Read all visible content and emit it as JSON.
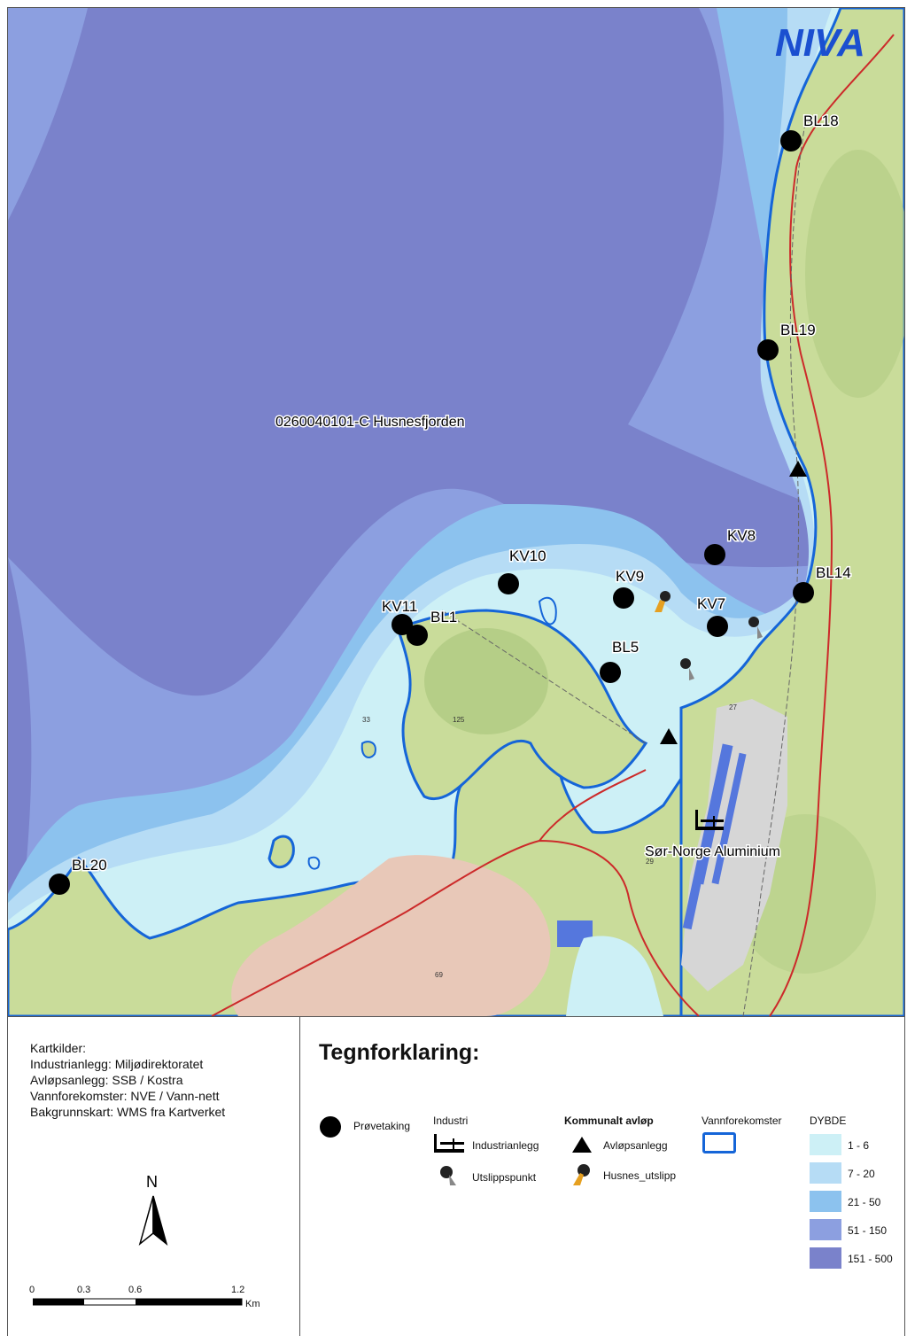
{
  "map": {
    "logo_text": "NIVA",
    "waterbody_label": "0260040101-C Husnesfjorden",
    "industry_label": "Sør-Norge Aluminium",
    "elevation_labels": [
      "33",
      "125",
      "27",
      "29",
      "69"
    ],
    "stations": [
      "BL18",
      "BL19",
      "KV8",
      "BL14",
      "KV10",
      "KV9",
      "KV7",
      "KV11",
      "BL1",
      "BL5",
      "BL20"
    ]
  },
  "sources": {
    "title": "Kartkilder:",
    "lines": [
      "Industrianlegg: Miljødirektoratet",
      "Avløpsanlegg: SSB / Kostra",
      "Vannforekomster: NVE / Vann-nett",
      "Bakgrunnskart: WMS fra Kartverket"
    ]
  },
  "north": "N",
  "scale": {
    "ticks": [
      "0",
      "0.3",
      "0.6",
      "1.2"
    ],
    "unit": "Km"
  },
  "legend": {
    "title": "Tegnforklaring:",
    "sampling": "Prøvetaking",
    "industry_header": "Industri",
    "industry_plant": "Industrianlegg",
    "outlet": "Utslippspunkt",
    "sewage_header": "Kommunalt avløp",
    "sewage_plant": "Avløpsanlegg",
    "husnes_outlet": "Husnes_utslipp",
    "waterbodies": "Vannforekomster",
    "depth_header": "DYBDE",
    "depth_classes": [
      {
        "label": "1 - 6",
        "color": "#cdf0f6"
      },
      {
        "label": "7 - 20",
        "color": "#b6dcf5"
      },
      {
        "label": "21 - 50",
        "color": "#8cc2ee"
      },
      {
        "label": "51 - 150",
        "color": "#8c9fe0"
      },
      {
        "label": "151 - 500",
        "color": "#7a82cb"
      }
    ]
  },
  "colors": {
    "outline_blue": "#1565d8",
    "land_green": "#c9dc9a",
    "urban_pink": "#e8c8b8",
    "road_red": "#cc2a2a"
  }
}
